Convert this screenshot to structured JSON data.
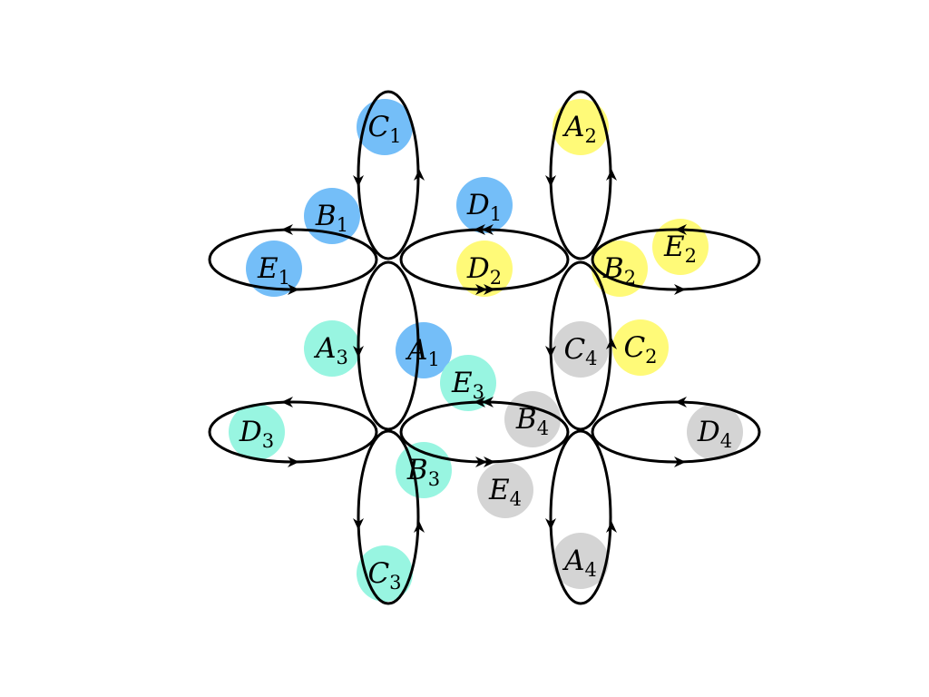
{
  "colors": {
    "blue": "#74bef8",
    "yellow": "#fffa78",
    "cyan": "#98f5e1",
    "gray": "#d4d4d4",
    "stroke": "#000000"
  },
  "nodes": [
    {
      "name": "C",
      "sub": "1",
      "group": "blue"
    },
    {
      "name": "B",
      "sub": "1",
      "group": "blue"
    },
    {
      "name": "E",
      "sub": "1",
      "group": "blue"
    },
    {
      "name": "D",
      "sub": "1",
      "group": "blue"
    },
    {
      "name": "A",
      "sub": "1",
      "group": "blue"
    },
    {
      "name": "A",
      "sub": "2",
      "group": "yellow"
    },
    {
      "name": "D",
      "sub": "2",
      "group": "yellow"
    },
    {
      "name": "B",
      "sub": "2",
      "group": "yellow"
    },
    {
      "name": "E",
      "sub": "2",
      "group": "yellow"
    },
    {
      "name": "C",
      "sub": "2",
      "group": "yellow"
    },
    {
      "name": "A",
      "sub": "3",
      "group": "cyan"
    },
    {
      "name": "E",
      "sub": "3",
      "group": "cyan"
    },
    {
      "name": "D",
      "sub": "3",
      "group": "cyan"
    },
    {
      "name": "B",
      "sub": "3",
      "group": "cyan"
    },
    {
      "name": "C",
      "sub": "3",
      "group": "cyan"
    },
    {
      "name": "C",
      "sub": "4",
      "group": "gray"
    },
    {
      "name": "B",
      "sub": "4",
      "group": "gray"
    },
    {
      "name": "D",
      "sub": "4",
      "group": "gray"
    },
    {
      "name": "E",
      "sub": "4",
      "group": "gray"
    },
    {
      "name": "A",
      "sub": "4",
      "group": "gray"
    }
  ]
}
